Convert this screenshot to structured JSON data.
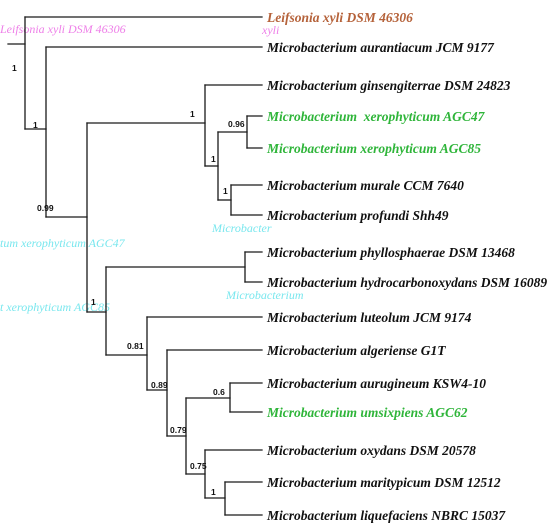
{
  "colors": {
    "branch": "#1a1a1a",
    "outgroup": "#b5623a",
    "highlight": "#2fb53a",
    "default_label": "#111111",
    "ghost_magenta": "#ee7fe8",
    "ghost_cyan": "#79e7ee"
  },
  "taxa": [
    {
      "id": "t0",
      "label": "Leifsonia xyli DSM 46306",
      "style": "outgroup"
    },
    {
      "id": "t1",
      "label": "Microbacterium aurantiacum JCM 9177",
      "style": "default"
    },
    {
      "id": "t2",
      "label": "Microbacterium ginsengiterrae DSM 24823",
      "style": "default"
    },
    {
      "id": "t3",
      "label": "Microbacterium  xerophyticum AGC47",
      "style": "highlight"
    },
    {
      "id": "t4",
      "label": "Microbacterium xerophyticum AGC85",
      "style": "highlight"
    },
    {
      "id": "t5",
      "label": "Microbacterium murale CCM 7640",
      "style": "default"
    },
    {
      "id": "t6",
      "label": "Microbacterium profundi Shh49",
      "style": "default"
    },
    {
      "id": "t7",
      "label": "Microbacterium phyllosphaerae DSM 13468",
      "style": "default"
    },
    {
      "id": "t8",
      "label": "Microbacterium hydrocarbonoxydans DSM 16089",
      "style": "default"
    },
    {
      "id": "t9",
      "label": "Microbacterium luteolum JCM 9174",
      "style": "default"
    },
    {
      "id": "t10",
      "label": "Microbacterium algeriense G1T",
      "style": "default"
    },
    {
      "id": "t11",
      "label": "Microbacterium aurugineum KSW4-10",
      "style": "default"
    },
    {
      "id": "t12",
      "label": "Microbacterium umsixpiens AGC62",
      "style": "highlight"
    },
    {
      "id": "t13",
      "label": "Microbacterium oxydans DSM 20578",
      "style": "default"
    },
    {
      "id": "t14",
      "label": "Microbacterium maritypicum DSM 12512",
      "style": "default"
    },
    {
      "id": "t15",
      "label": "Microbacterium liquefaciens NBRC 15037",
      "style": "default"
    }
  ],
  "support_values": [
    {
      "id": "n_root",
      "value": "1"
    },
    {
      "id": "n_a",
      "value": "1"
    },
    {
      "id": "n_b",
      "value": "0.99"
    },
    {
      "id": "n_c",
      "value": "1"
    },
    {
      "id": "n_d",
      "value": "0.96"
    },
    {
      "id": "n_e",
      "value": "1"
    },
    {
      "id": "n_f",
      "value": "1"
    },
    {
      "id": "n_g",
      "value": "1"
    },
    {
      "id": "n_h",
      "value": "0.81"
    },
    {
      "id": "n_i",
      "value": "0.89"
    },
    {
      "id": "n_j",
      "value": "0.6"
    },
    {
      "id": "n_k",
      "value": "0.79"
    },
    {
      "id": "n_l",
      "value": "0.75"
    },
    {
      "id": "n_m",
      "value": "1"
    }
  ],
  "ghost_text": [
    {
      "id": "g0",
      "text": "Leifsonia xyli DSM 46306",
      "tone": "magenta"
    },
    {
      "id": "g1",
      "text": "xyli",
      "tone": "magenta"
    },
    {
      "id": "g2",
      "text": "tum  xerophyticum AGC47",
      "tone": "cyan"
    },
    {
      "id": "g3",
      "text": "Microbacter",
      "tone": "cyan"
    },
    {
      "id": "g4",
      "text": "Microbacterium",
      "tone": "cyan"
    },
    {
      "id": "g5",
      "text": "t xerophyticum AGC85",
      "tone": "cyan"
    }
  ]
}
